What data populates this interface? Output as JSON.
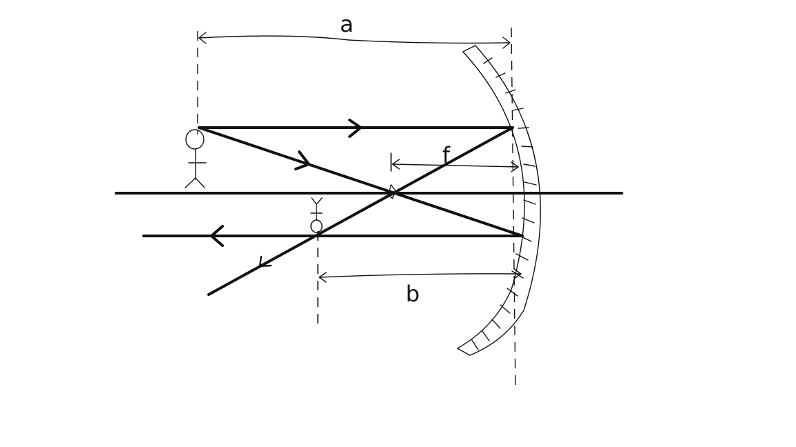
{
  "labels": {
    "object_distance": "a",
    "image_distance": "b",
    "focal_length": "f"
  },
  "colors": {
    "ink": "#111111",
    "background": "#ffffff"
  }
}
